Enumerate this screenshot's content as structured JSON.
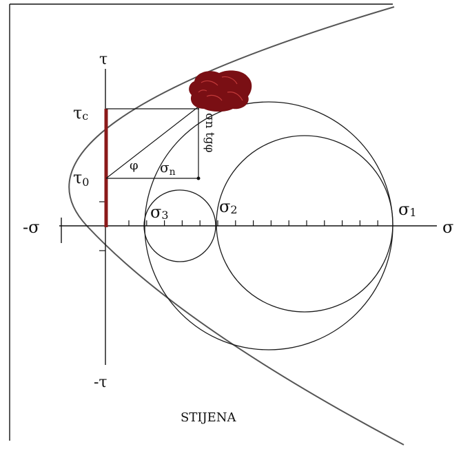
{
  "diagram": {
    "axis_labels": {
      "tau": "τ",
      "neg_tau": "-τ",
      "sigma": "σ",
      "neg_sigma": "-σ"
    },
    "point_labels": {
      "tau_c": "τ",
      "tau_c_sub": "c",
      "tau_0": "τ",
      "tau_0_sub": "0",
      "sigma_1": "σ",
      "sigma_1_sub": "1",
      "sigma_2": "σ",
      "sigma_2_sub": "2",
      "sigma_3": "σ",
      "sigma_3_sub": "3",
      "sigma_n": "σ",
      "sigma_n_sub": "n",
      "phi": "φ",
      "vertical_segment_label": "σn tgφ"
    },
    "caption": "STIJENA",
    "colors": {
      "cohesion_bar": "#8b1a1a",
      "rock_blob": "#7a0f14",
      "envelope": "#555555",
      "lines": "#111111"
    }
  }
}
